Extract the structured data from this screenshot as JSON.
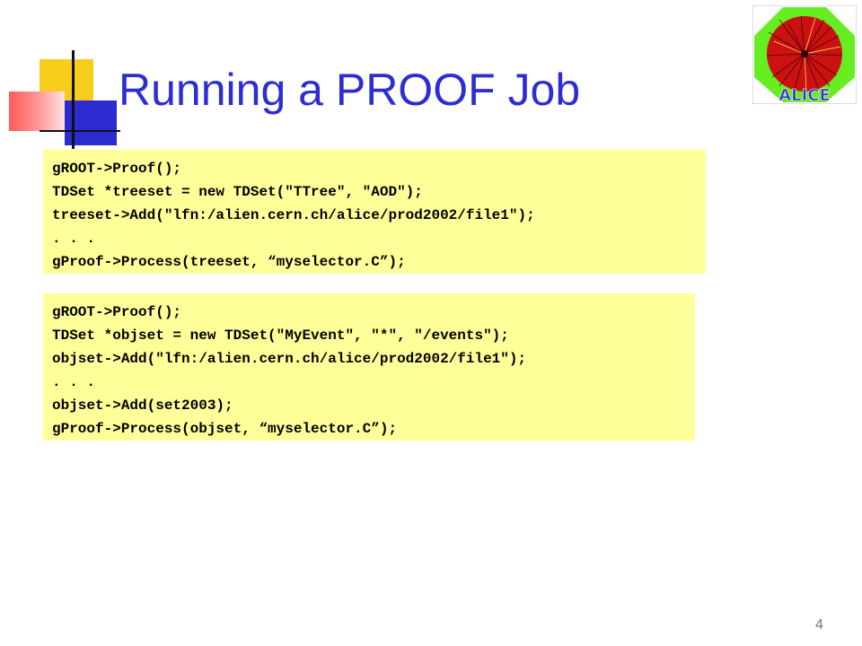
{
  "slide": {
    "title": "Running a PROOF Job",
    "page_number": "4"
  },
  "logo": {
    "text": "ALICE",
    "colors": {
      "octagon": "#66ee22",
      "disc": "#cc1111",
      "text": "#3333cc"
    }
  },
  "code_block_1": {
    "lines": [
      "gROOT->Proof();",
      "TDSet *treeset = new TDSet(\"TTree\", \"AOD\");",
      "treeset->Add(\"lfn:/alien.cern.ch/alice/prod2002/file1\");",
      ". . .",
      "gProof->Process(treeset, “myselector.C”);"
    ]
  },
  "code_block_2": {
    "lines": [
      "gROOT->Proof();",
      "TDSet *objset = new TDSet(\"MyEvent\", \"*\", \"/events\");",
      "objset->Add(\"lfn:/alien.cern.ch/alice/prod2002/file1\");",
      ". . .",
      "objset->Add(set2003);",
      "gProof->Process(objset, “myselector.C”);"
    ]
  },
  "colors": {
    "title": "#2d2dd6",
    "code_background": "#ffff99",
    "accent_yellow": "#f7cc1a",
    "accent_blue": "#2b2bd1",
    "accent_red": "#ff5a5a"
  }
}
